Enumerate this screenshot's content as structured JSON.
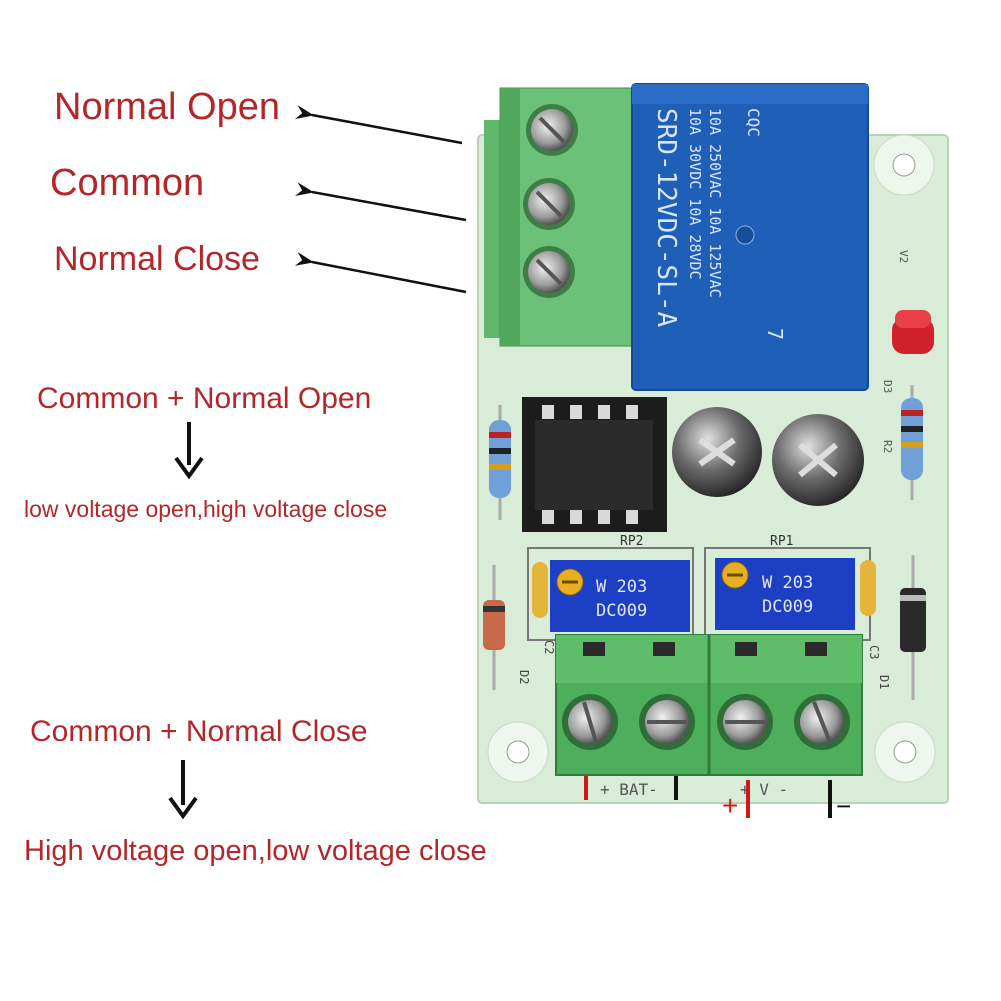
{
  "labels": {
    "normal_open": "Normal Open",
    "common": "Common",
    "normal_close": "Normal Close",
    "combo1_title": "Common + Normal Open",
    "combo1_desc": "low voltage open,high voltage close",
    "combo2_title": "Common + Normal Close",
    "combo2_desc": "High voltage open,low voltage close"
  },
  "relay": {
    "line1": "SRD-12VDC-SL-A",
    "line2": "10A 30VDC  10A 28VDC",
    "line3": "10A 250VAC  10A 125VAC",
    "brand": "CQC",
    "pin": "7"
  },
  "board": {
    "rp2": "RP2",
    "rp1": "RP1",
    "pot_line1": "W 203",
    "pot_line2": "DC009",
    "c2": "C2",
    "c3": "C3",
    "d2": "D2",
    "d1": "D1",
    "d3": "D3",
    "r2": "R2",
    "v2": "V2",
    "terminal_text": "+ BAT-",
    "terminal_text2": "+  V  -",
    "plus_mark": "+",
    "minus_mark": "−"
  },
  "colors": {
    "label_red": "#b3262a",
    "pcb_green": "#d8ecd6",
    "terminal_green": "#4dae5b",
    "relay_blue": "#1f5fb8",
    "pot_blue": "#1d3fc4"
  }
}
